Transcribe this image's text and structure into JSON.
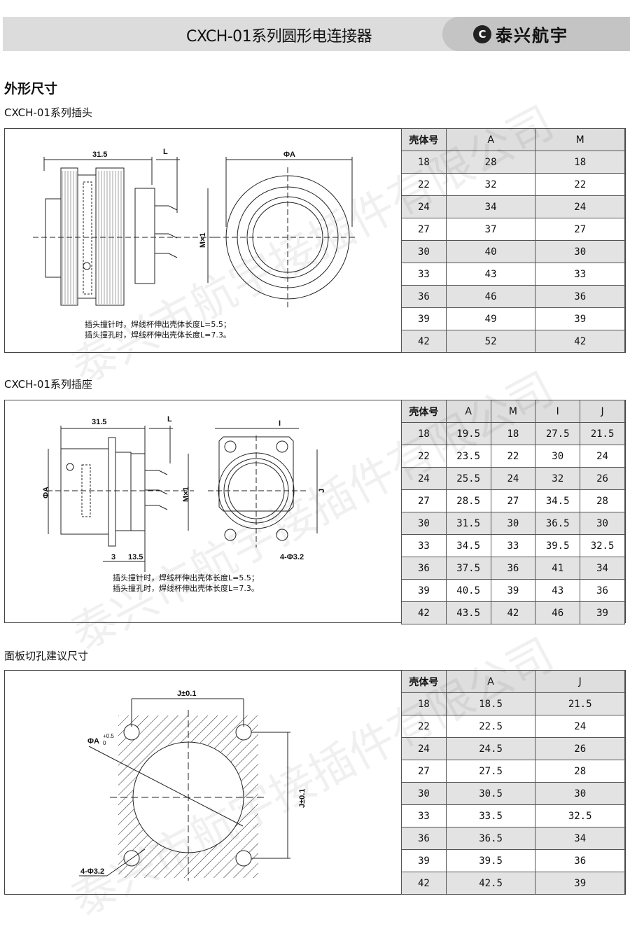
{
  "header": {
    "title": "CXCH-01系列圆形电连接器",
    "brand": "泰兴航宇",
    "logo_mark": "C"
  },
  "section_title": "外形尺寸",
  "watermark": "泰兴市航宇接插件有限公司",
  "plug": {
    "title": "CXCH-01系列插头",
    "labels": {
      "len": "31.5",
      "L": "L",
      "phiA": "ΦA",
      "M": "M×1"
    },
    "notes": [
      "插头撞针时，焊线杯伸出壳体长度L=5.5；",
      "插头撞孔时，焊线杯伸出壳体长度L=7.3。"
    ],
    "headers": [
      "壳体号",
      "A",
      "M"
    ],
    "rows": [
      [
        "18",
        "28",
        "18"
      ],
      [
        "22",
        "32",
        "22"
      ],
      [
        "24",
        "34",
        "24"
      ],
      [
        "27",
        "37",
        "27"
      ],
      [
        "30",
        "40",
        "30"
      ],
      [
        "33",
        "43",
        "33"
      ],
      [
        "36",
        "46",
        "36"
      ],
      [
        "39",
        "49",
        "39"
      ],
      [
        "42",
        "52",
        "42"
      ]
    ]
  },
  "socket": {
    "title": "CXCH-01系列插座",
    "labels": {
      "len": "31.5",
      "L": "L",
      "phiA": "ΦA",
      "M": "M×1",
      "d3": "3",
      "d135": "13.5",
      "I": "I",
      "J": "J",
      "holes": "4-Φ3.2"
    },
    "notes": [
      "插头撞针时，焊线杯伸出壳体长度L=5.5；",
      "插头撞孔时，焊线杯伸出壳体长度L=7.3。"
    ],
    "headers": [
      "壳体号",
      "A",
      "M",
      "I",
      "J"
    ],
    "rows": [
      [
        "18",
        "19.5",
        "18",
        "27.5",
        "21.5"
      ],
      [
        "22",
        "23.5",
        "22",
        "30",
        "24"
      ],
      [
        "24",
        "25.5",
        "24",
        "32",
        "26"
      ],
      [
        "27",
        "28.5",
        "27",
        "34.5",
        "28"
      ],
      [
        "30",
        "31.5",
        "30",
        "36.5",
        "30"
      ],
      [
        "33",
        "34.5",
        "33",
        "39.5",
        "32.5"
      ],
      [
        "36",
        "37.5",
        "36",
        "41",
        "34"
      ],
      [
        "39",
        "40.5",
        "39",
        "43",
        "36"
      ],
      [
        "42",
        "43.5",
        "42",
        "46",
        "39"
      ]
    ]
  },
  "cutout": {
    "title": "面板切孔建议尺寸",
    "labels": {
      "J_h": "J±0.1",
      "J_v": "J±0.1",
      "phiA": "ΦA",
      "tol_up": "+0.5",
      "tol_low": "0",
      "holes": "4-Φ3.2"
    },
    "headers": [
      "壳体号",
      "A",
      "J"
    ],
    "rows": [
      [
        "18",
        "18.5",
        "21.5"
      ],
      [
        "22",
        "22.5",
        "24"
      ],
      [
        "24",
        "24.5",
        "26"
      ],
      [
        "27",
        "27.5",
        "28"
      ],
      [
        "30",
        "30.5",
        "30"
      ],
      [
        "33",
        "33.5",
        "32.5"
      ],
      [
        "36",
        "36.5",
        "34"
      ],
      [
        "39",
        "39.5",
        "36"
      ],
      [
        "42",
        "42.5",
        "39"
      ]
    ]
  }
}
